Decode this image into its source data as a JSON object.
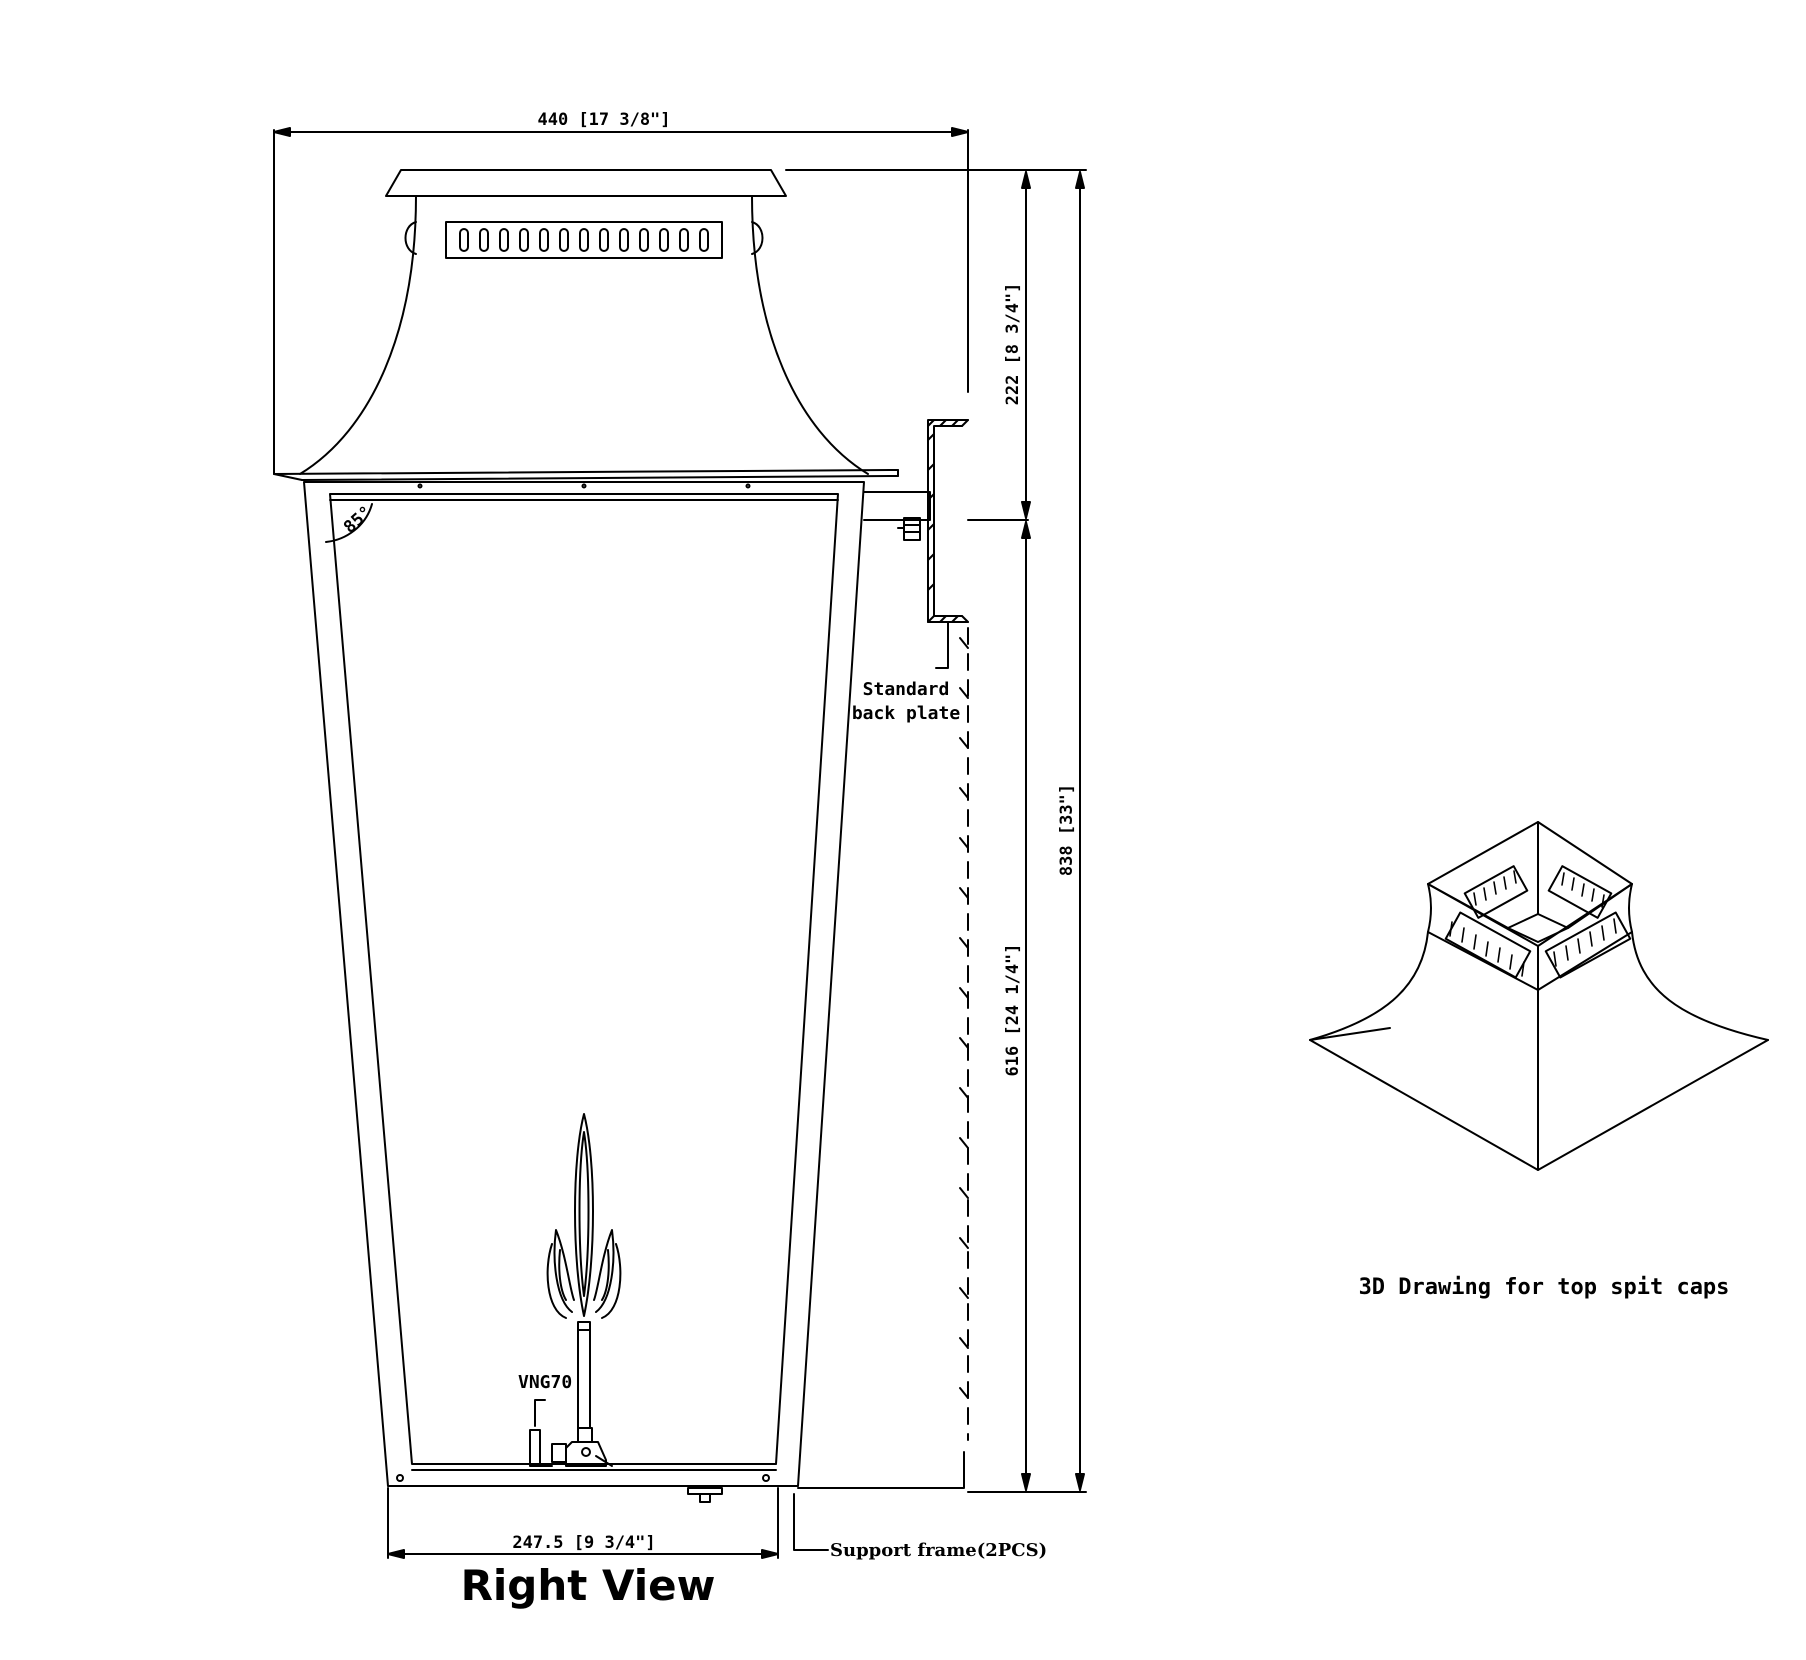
{
  "dimensions": {
    "top_width": "440 [17 3/8\"]",
    "top_height": "222 [8 3/4\"]",
    "total_height": "838 [33\"]",
    "body_height": "616 [24 1/4\"]",
    "bottom_width": "247.5 [9 3/4\"]",
    "angle": "85°"
  },
  "labels": {
    "back_plate_line1": "Standard",
    "back_plate_line2": "back plate",
    "valve": "VNG70",
    "support_frame": "Support frame(2PCS)",
    "caption_3d": "3D Drawing for top spit caps",
    "view_title": "Right View"
  }
}
